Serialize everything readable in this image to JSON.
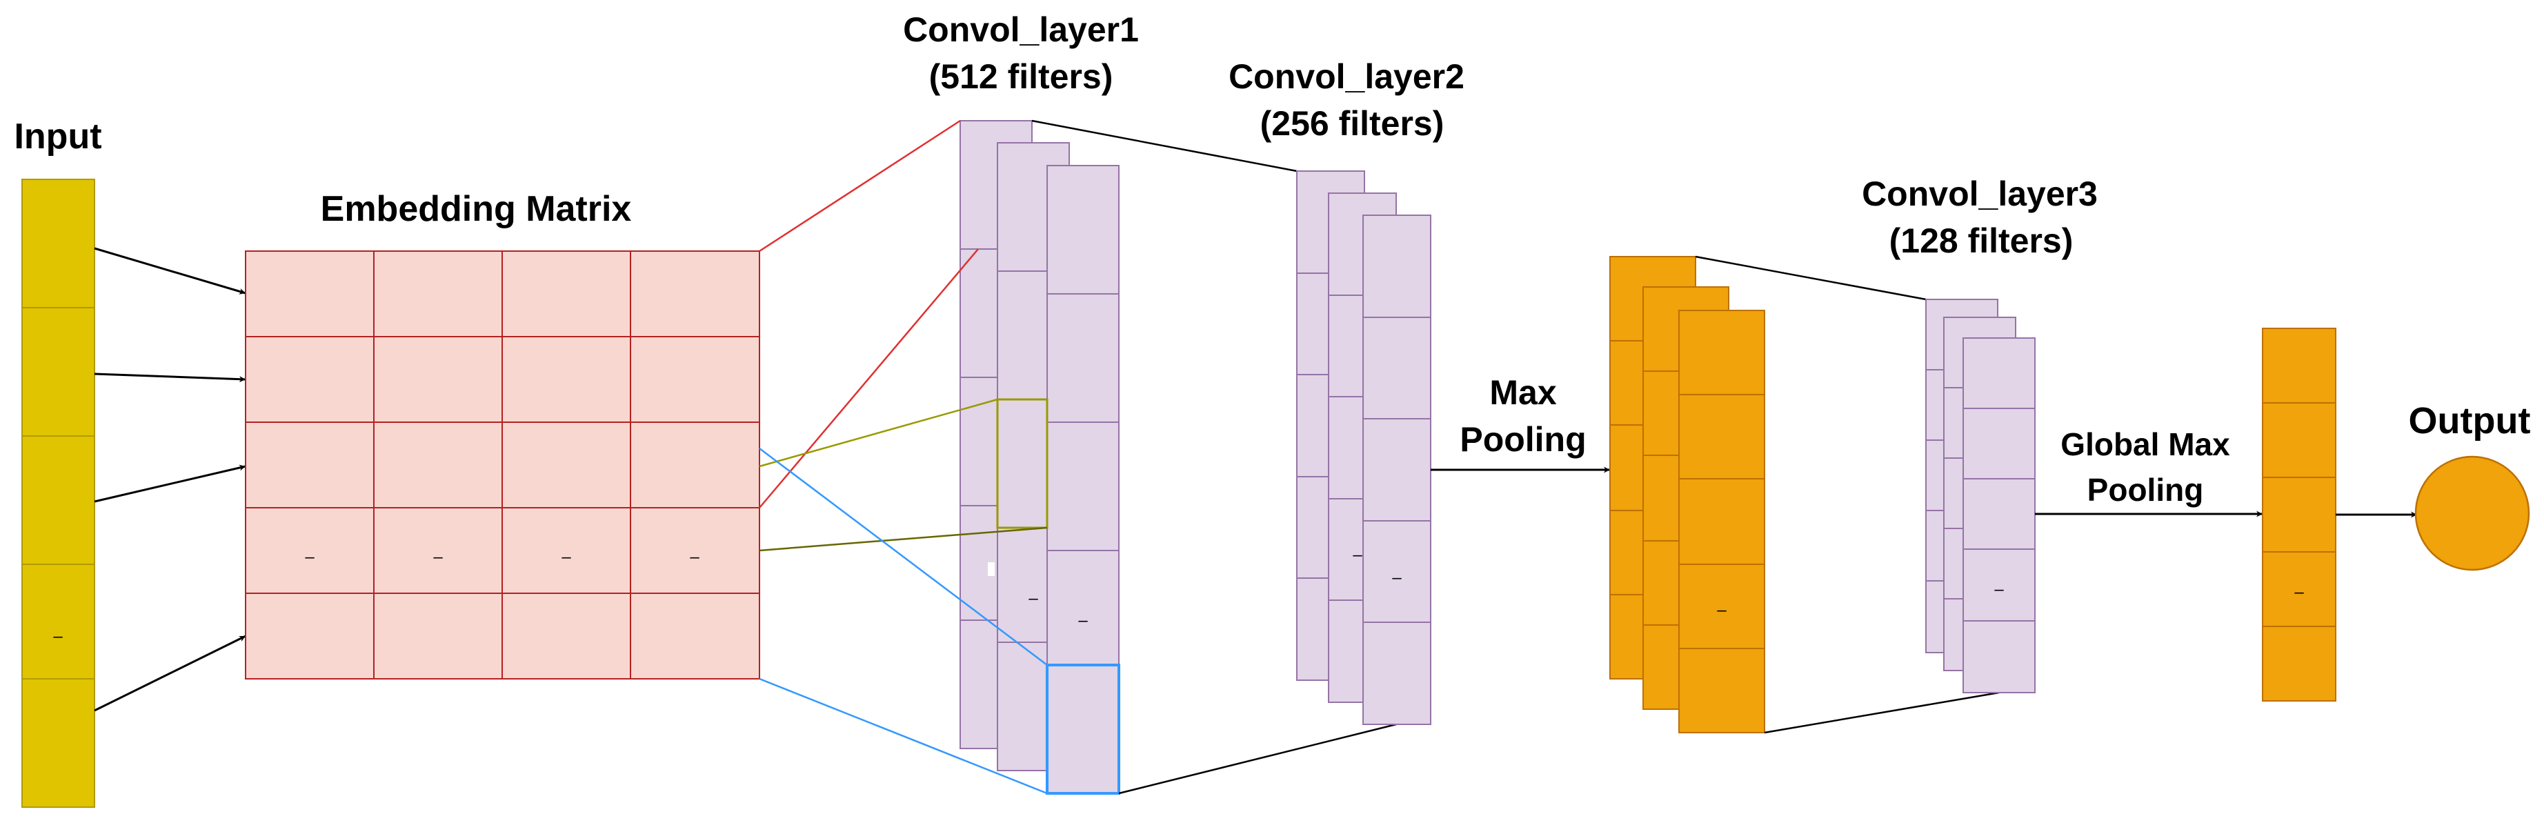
{
  "diagram": {
    "labels": {
      "input": "Input",
      "embedding": "Embedding Matrix",
      "conv1_name": "Convol_layer1",
      "conv1_filters": "(512 filters)",
      "conv2_name": "Convol_layer2",
      "conv2_filters": "(256 filters)",
      "conv3_name": "Convol_layer3",
      "conv3_filters": "(128 filters)",
      "maxpool_l1": "Max",
      "maxpool_l2": "Pooling",
      "gmp_l1": "Global Max",
      "gmp_l2": "Pooling",
      "output": "Output"
    },
    "cell_marker": "–",
    "colors": {
      "input_fill": "#e0c400",
      "input_stroke": "#b09a00",
      "embed_fill": "#f8d7d0",
      "embed_stroke": "#b22222",
      "conv_fill": "#e1d5e7",
      "conv_stroke": "#9673a6",
      "pool_fill": "#f0a30a",
      "pool_stroke": "#bd7000",
      "red_line": "#e03030",
      "olive_line": "#999900",
      "dark_olive_line": "#666600",
      "blue_line": "#3399ff",
      "arrow": "#000000"
    }
  }
}
